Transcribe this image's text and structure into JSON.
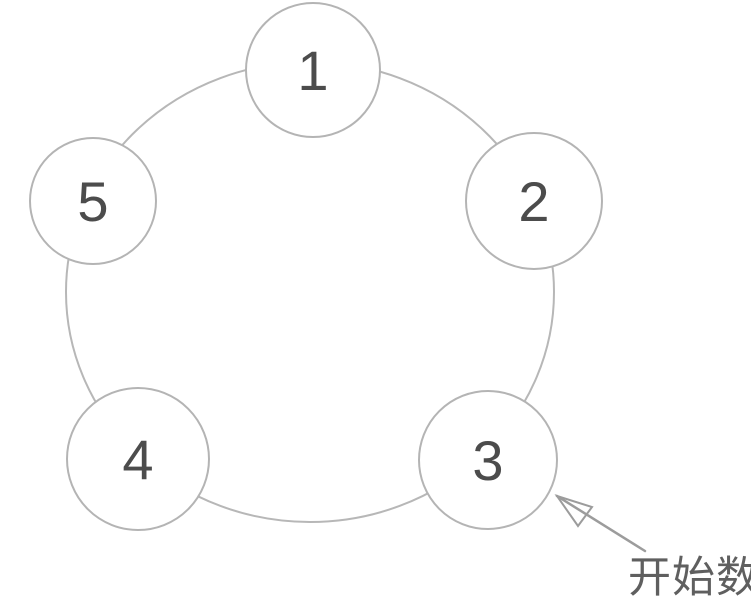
{
  "diagram": {
    "type": "circular-node-diagram",
    "nodes": [
      {
        "label": "1"
      },
      {
        "label": "2"
      },
      {
        "label": "3"
      },
      {
        "label": "4"
      },
      {
        "label": "5"
      }
    ],
    "annotation": {
      "label": "开始数",
      "points_to_node": "3"
    }
  },
  "colors": {
    "background": "#ffffff",
    "ring_stroke": "#b7b7b7",
    "node_stroke": "#b4b4b4",
    "node_fill": "#ffffff",
    "digit": "#4c4c4c",
    "arrow": "#9c9c9c",
    "annotation_text": "#5f5f5f"
  }
}
